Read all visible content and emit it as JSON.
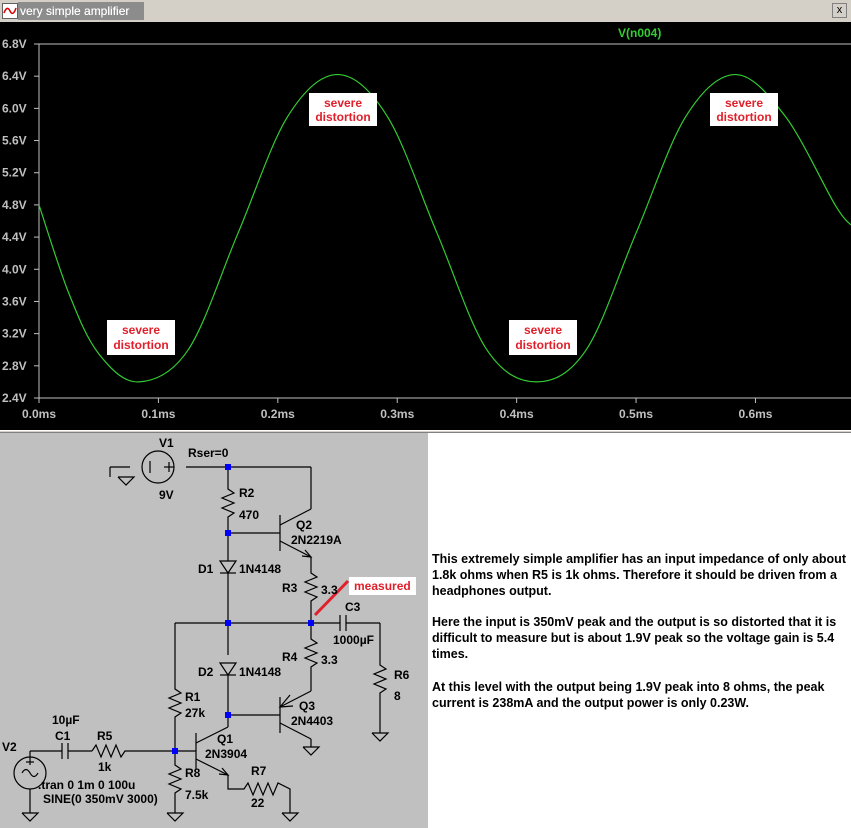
{
  "window": {
    "title": "very simple amplifier",
    "close_glyph": "x"
  },
  "plot": {
    "trace_label": "V(n004)",
    "trace_color": "#33cc33",
    "background": "#000000",
    "y_ticks": [
      "6.8V",
      "6.4V",
      "6.0V",
      "5.6V",
      "5.2V",
      "4.8V",
      "4.4V",
      "4.0V",
      "3.6V",
      "3.2V",
      "2.8V",
      "2.4V"
    ],
    "x_ticks": [
      "0.0ms",
      "0.1ms",
      "0.2ms",
      "0.3ms",
      "0.4ms",
      "0.5ms",
      "0.6ms"
    ],
    "annotations": [
      {
        "line1": "severe",
        "line2": "distortion"
      },
      {
        "line1": "severe",
        "line2": "distortion"
      },
      {
        "line1": "severe",
        "line2": "distortion"
      },
      {
        "line1": "severe",
        "line2": "distortion"
      }
    ]
  },
  "chart_data": {
    "type": "line",
    "title": "",
    "xlabel": "",
    "ylabel": "",
    "xlim": [
      0,
      0.68
    ],
    "ylim": [
      2.4,
      6.8
    ],
    "x_unit": "ms",
    "y_unit": "V",
    "series": [
      {
        "name": "V(n004)",
        "x": [
          0.0,
          0.025,
          0.05,
          0.0833,
          0.125,
          0.1667,
          0.2083,
          0.25,
          0.2917,
          0.3333,
          0.375,
          0.4167,
          0.4583,
          0.5,
          0.5417,
          0.5833,
          0.625,
          0.6667,
          0.68
        ],
        "y": [
          4.8,
          3.7,
          2.95,
          2.6,
          3.0,
          4.45,
          5.9,
          6.42,
          5.9,
          4.45,
          3.0,
          2.6,
          3.0,
          4.45,
          5.9,
          6.42,
          5.9,
          4.8,
          4.55
        ]
      }
    ]
  },
  "schematic": {
    "v1_name": "V1",
    "v1_rser": "Rser=0",
    "v1_value": "9V",
    "r2_name": "R2",
    "r2_value": "470",
    "q2_name": "Q2",
    "q2_model": "2N2219A",
    "d1_name": "D1",
    "d1_model": "1N4148",
    "r3_name": "R3",
    "r3_value": "3.3",
    "measured_label": "measured",
    "c3_name": "C3",
    "c3_value": "1000µF",
    "r4_name": "R4",
    "r4_value": "3.3",
    "r6_name": "R6",
    "r6_value": "8",
    "d2_name": "D2",
    "d2_model": "1N4148",
    "r1_name": "R1",
    "r1_value": "27k",
    "q3_name": "Q3",
    "q3_model": "2N4403",
    "c1_value": "10µF",
    "c1_name": "C1",
    "r5_name": "R5",
    "r5_value": "1k",
    "q1_name": "Q1",
    "q1_model": "2N3904",
    "v2_name": "V2",
    "tran_directive": ".tran 0 1m 0 100u",
    "v2_source": "SINE(0 350mV 3000)",
    "r8_name": "R8",
    "r8_value": "7.5k",
    "r7_name": "R7",
    "r7_value": "22"
  },
  "notes": {
    "p1": "This extremely simple amplifier has an input impedance of only about 1.8k ohms when R5 is 1k ohms. Therefore it should be driven from a headphones output.",
    "p2": "Here the input is 350mV peak and the output is so distorted that it is difficult to measure but is about 1.9V peak so the voltage gain is 5.4 times.",
    "p3": "At this level with the output being 1.9V peak into 8 ohms, the peak current is 238mA and the output power is only 0.23W."
  }
}
